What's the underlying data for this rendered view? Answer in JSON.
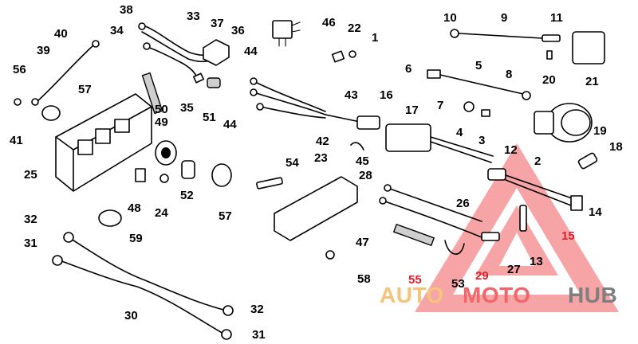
{
  "callouts": {
    "n1": "1",
    "n2": "2",
    "n3": "3",
    "n4": "4",
    "n5": "5",
    "n6": "6",
    "n7": "7",
    "n8": "8",
    "n9": "9",
    "n10": "10",
    "n11": "11",
    "n12": "12",
    "n13": "13",
    "n14": "14",
    "n15": "15",
    "n16": "16",
    "n17": "17",
    "n18": "18",
    "n19": "19",
    "n20": "20",
    "n21": "21",
    "n22": "22",
    "n23": "23",
    "n24": "24",
    "n25": "25",
    "n26": "26",
    "n27": "27",
    "n28": "28",
    "n29": "29",
    "n30": "30",
    "n31a": "31",
    "n31b": "31",
    "n32a": "32",
    "n32b": "32",
    "n33": "33",
    "n34": "34",
    "n35": "35",
    "n36": "36",
    "n37": "37",
    "n38": "38",
    "n39": "39",
    "n40": "40",
    "n41": "41",
    "n42": "42",
    "n43": "43",
    "n44a": "44",
    "n44b": "44",
    "n45": "45",
    "n46": "46",
    "n47": "47",
    "n48": "48",
    "n49": "49",
    "n50": "50",
    "n51": "51",
    "n52": "52",
    "n53": "53",
    "n54": "54",
    "n55": "55",
    "n56": "56",
    "n57a": "57",
    "n57b": "57",
    "n58": "58",
    "n59": "59"
  },
  "watermark": {
    "word_auto": "AUTO",
    "word_moto": "MOTO",
    "word_hub": "HUB",
    "color_auto": "#f5c37a",
    "color_moto": "#f0666a",
    "color_hub": "#7f7f7f",
    "triangle_color": "#f04a50"
  }
}
